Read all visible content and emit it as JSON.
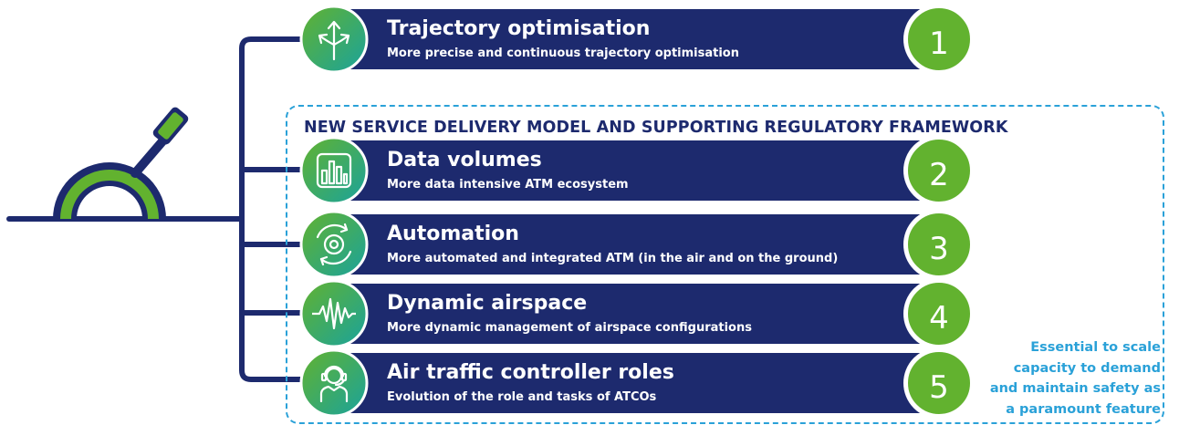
{
  "frame_title": "NEW SERVICE DELIVERY MODEL AND SUPPORTING REGULATORY FRAMEWORK",
  "items": [
    {
      "title": "Trajectory optimisation",
      "subtitle": "More precise and continuous trajectory optimisation",
      "number": "1",
      "icon": "trajectory-arrows-icon"
    },
    {
      "title": "Data volumes",
      "subtitle": "More data intensive ATM ecosystem",
      "number": "2",
      "icon": "bar-chart-icon"
    },
    {
      "title": "Automation",
      "subtitle": "More automated and integrated ATM (in the air and on the ground)",
      "number": "3",
      "icon": "gear-cycle-icon"
    },
    {
      "title": "Dynamic airspace",
      "subtitle": "More dynamic management of airspace configurations",
      "number": "4",
      "icon": "waveform-icon"
    },
    {
      "title": "Air traffic controller roles",
      "subtitle": "Evolution of the role and tasks of ATCOs",
      "number": "5",
      "icon": "controller-headset-icon"
    }
  ],
  "note": [
    "Essential to scale",
    "capacity to demand",
    "and maintain safety as",
    "a paramount feature"
  ],
  "colors": {
    "navy": "#1d2a6e",
    "green": "#62b22f",
    "teal": "#1fa88a",
    "blue": "#2aa1d8"
  }
}
